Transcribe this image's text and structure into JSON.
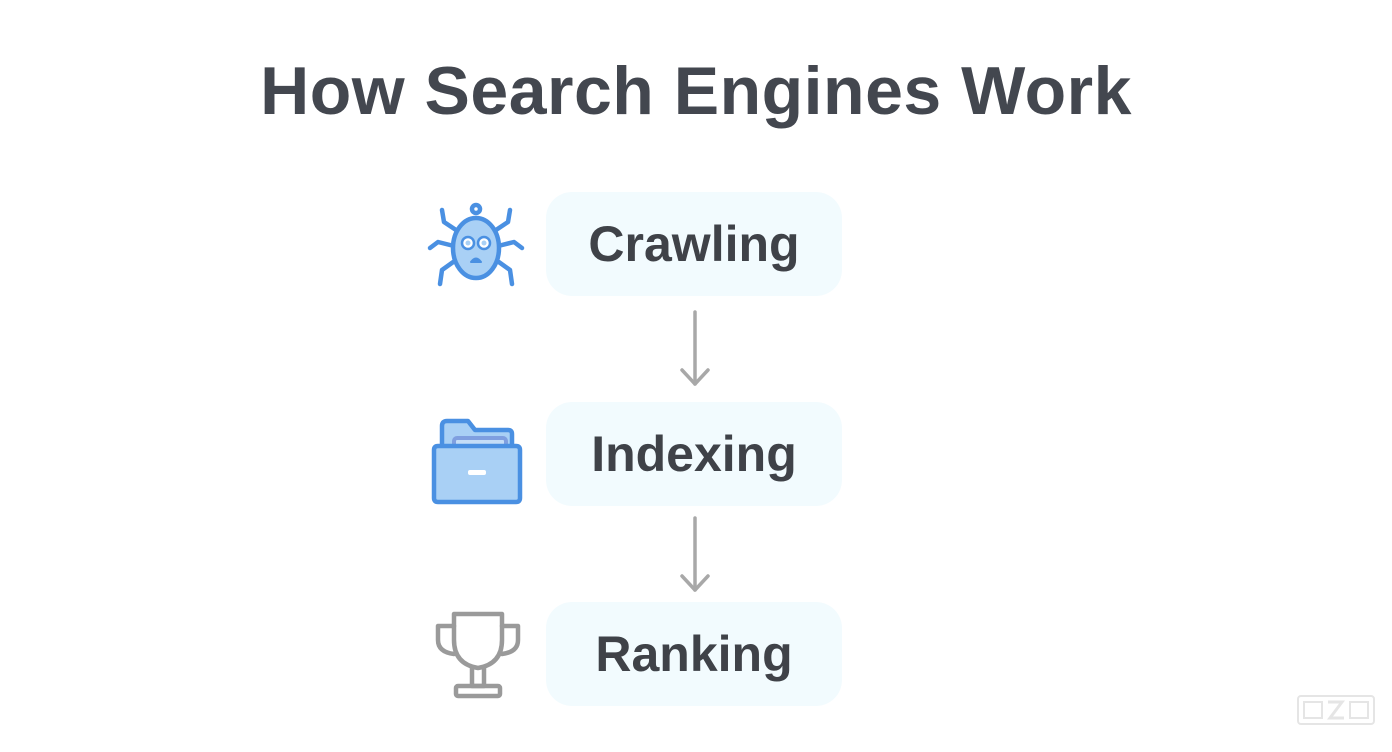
{
  "title": "How Search Engines Work",
  "steps": [
    {
      "label": "Crawling",
      "icon": "spider-icon",
      "icon_color": "#4a90e2",
      "icon_fill": "#a9d0f5"
    },
    {
      "label": "Indexing",
      "icon": "folder-icon",
      "icon_color": "#4a90e2",
      "icon_fill": "#a9d0f5"
    },
    {
      "label": "Ranking",
      "icon": "trophy-icon",
      "icon_color": "#9a9a9a"
    }
  ],
  "arrows": [
    {
      "from": "Crawling",
      "to": "Indexing"
    },
    {
      "from": "Indexing",
      "to": "Ranking"
    }
  ],
  "colors": {
    "title_text": "#43474f",
    "step_text": "#3f4248",
    "pill_bg": "#f2fbfe",
    "arrow": "#a8a8a8"
  }
}
